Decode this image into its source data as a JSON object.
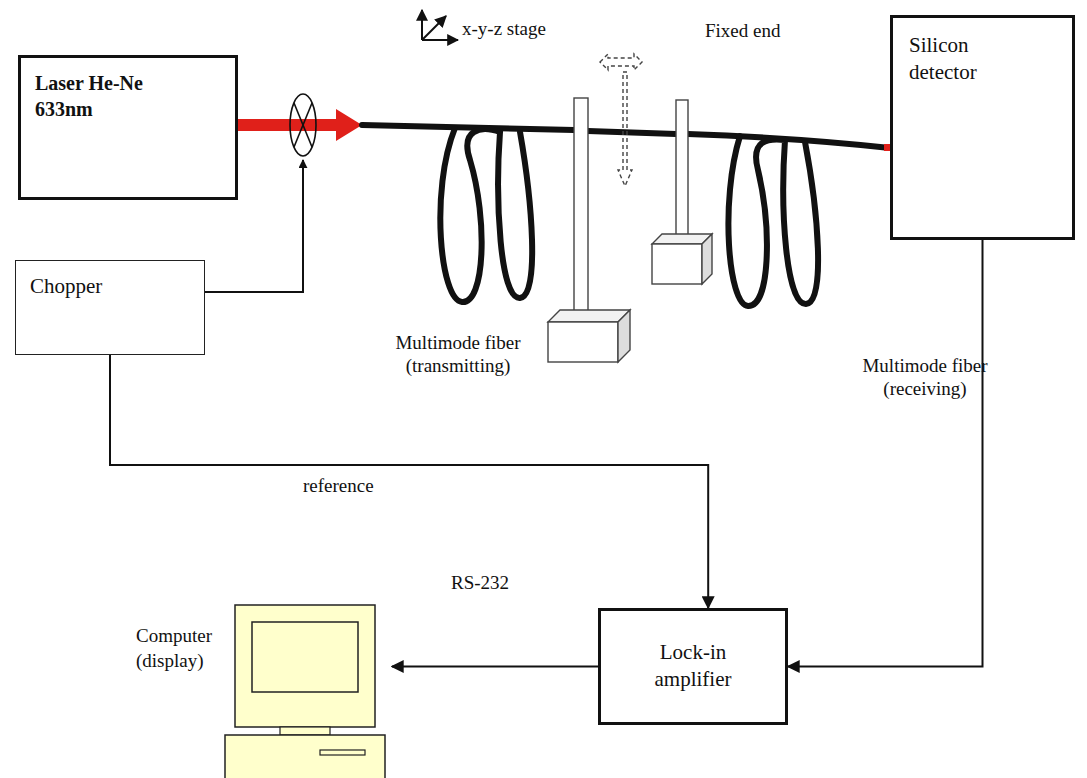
{
  "diagram": {
    "nodes": [
      {
        "text": [
          "Laser He-Ne 633nm"
        ]
      },
      {
        "text": [
          "Chopper"
        ]
      },
      {
        "text": [
          "Silicon detector"
        ]
      },
      {
        "text": [
          "Lock-in amplifier"
        ]
      },
      {
        "text": [
          "Computer (display)"
        ]
      }
    ],
    "edges": [
      {
        "from": 1,
        "to": 3,
        "label": "reference",
        "arrow": "to"
      },
      {
        "from": 2,
        "to": 3,
        "arrow": "to"
      },
      {
        "from": 3,
        "to": 4,
        "label": "RS-232",
        "arrow": "to"
      }
    ],
    "labels": [
      "x-y-z stage",
      "Fixed end",
      "Multimode fiber (transmitting)",
      "Multimode fiber (receiving)"
    ]
  }
}
